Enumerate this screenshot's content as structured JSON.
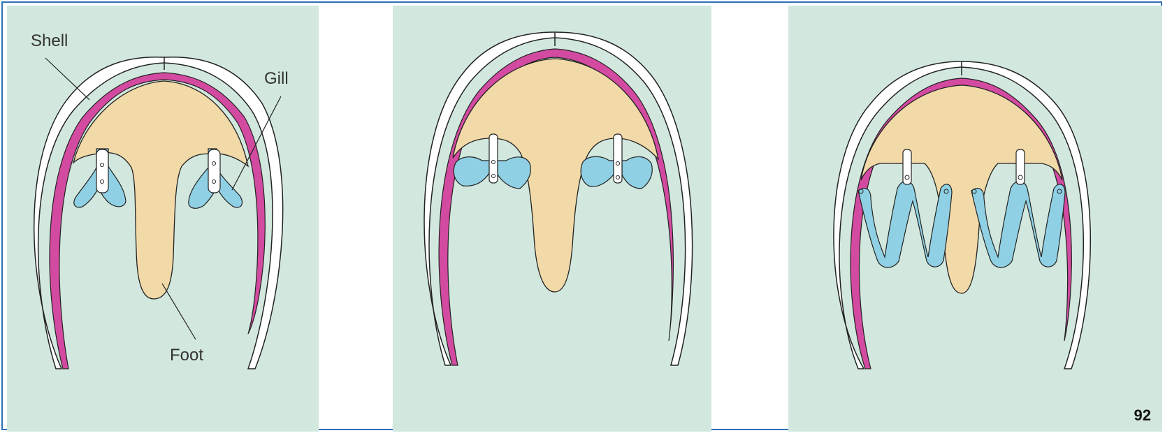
{
  "labels": {
    "shell": "Shell",
    "gill": "Gill",
    "foot": "Foot"
  },
  "page_number": "92",
  "colors": {
    "background": "#d2e8de",
    "shell": "#ffffff",
    "mantle": "#d34aa1",
    "body": "#f2d9a8",
    "gill": "#8fd0e4",
    "border": "#2f6fb7"
  }
}
